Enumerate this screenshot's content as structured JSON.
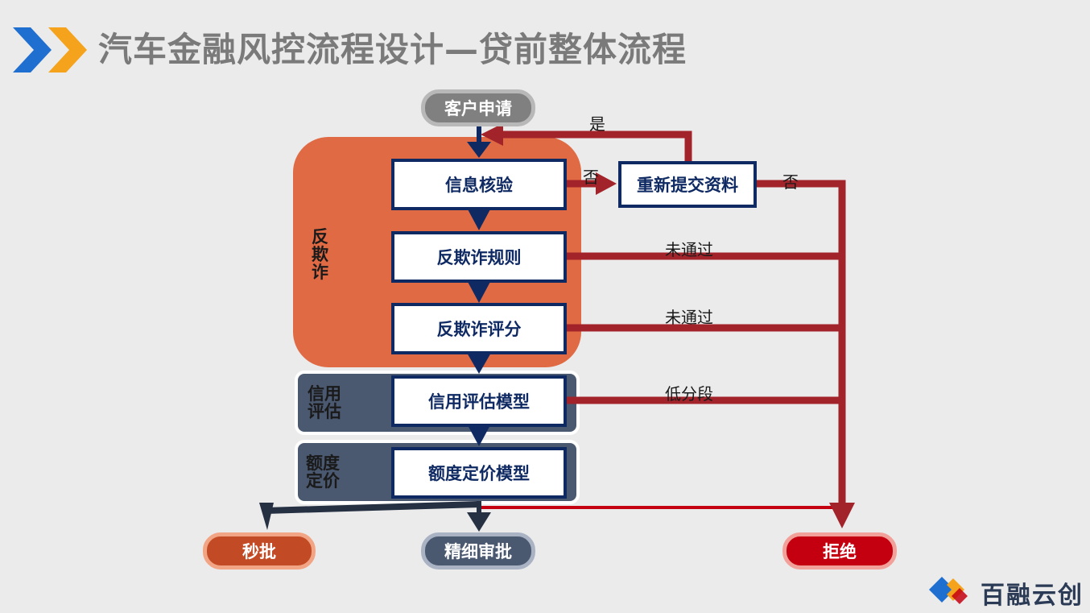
{
  "title": "汽车金融风控流程设计—贷前整体流程",
  "colors": {
    "background": "#ebebeb",
    "title_gray": "#7a7a7a",
    "chevron_blue": "#1f6fd1",
    "chevron_orange": "#f5a21c",
    "antifraud_region": "#e06a44",
    "slate_region": "#4a5870",
    "box_border_navy": "#0f2a63",
    "reject_red": "#a3232a",
    "arrow_dark": "#253042",
    "seckill_pill": "#c24a24",
    "reject_pill": "#c40010"
  },
  "nodes": {
    "start": "客户申请",
    "info_check": "信息核验",
    "resubmit": "重新提交资料",
    "af_rules": "反欺诈规则",
    "af_score": "反欺诈评分",
    "credit_model": "信用评估模型",
    "limit_model": "额度定价模型",
    "instant": "秒批",
    "manual": "精细审批",
    "reject": "拒绝"
  },
  "regions": {
    "antifraud": "反欺诈",
    "credit": "信用评估",
    "limit": "额度定价"
  },
  "edge_labels": {
    "yes": "是",
    "no_left": "否",
    "no_right": "否",
    "fail1": "未通过",
    "fail2": "未通过",
    "low_score": "低分段"
  },
  "logo": {
    "text": "百融云创",
    "icon": "diamond-logo-icon"
  }
}
